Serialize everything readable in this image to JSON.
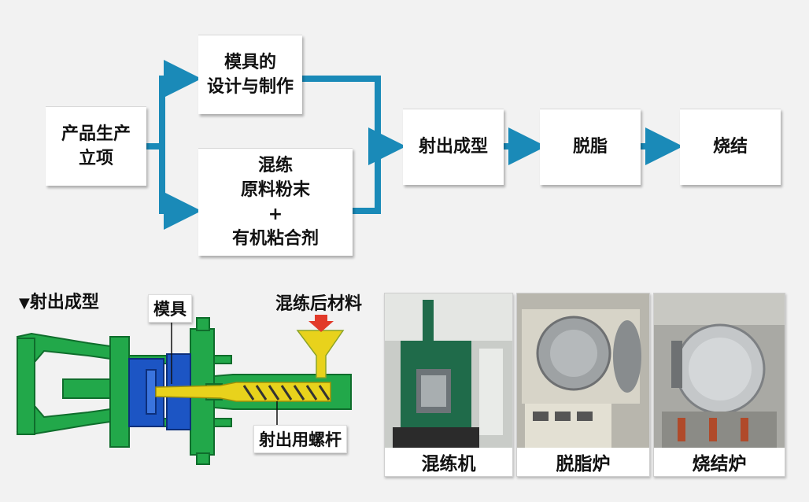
{
  "flow": {
    "start": "产品生产\n立项",
    "mold": "模具的\n设计与制作",
    "mix": "混练\n原料粉末\n+\n有机粘合剂",
    "injection": "射出成型",
    "debinding": "脱脂",
    "sintering": "烧结"
  },
  "section": {
    "marker": "▼",
    "title": "射出成型"
  },
  "machine": {
    "mold_label": "模具",
    "material_label": "混练后材料",
    "screw_label": "射出用螺杆"
  },
  "photos": [
    {
      "caption": "混练机"
    },
    {
      "caption": "脱脂炉"
    },
    {
      "caption": "烧结炉"
    }
  ],
  "colors": {
    "arrow": "#1a8ab8",
    "machine_green": "#22a84a",
    "mold_blue": "#1c55c4",
    "material_yellow": "#e8d21c",
    "feed_red": "#e23a2a"
  }
}
